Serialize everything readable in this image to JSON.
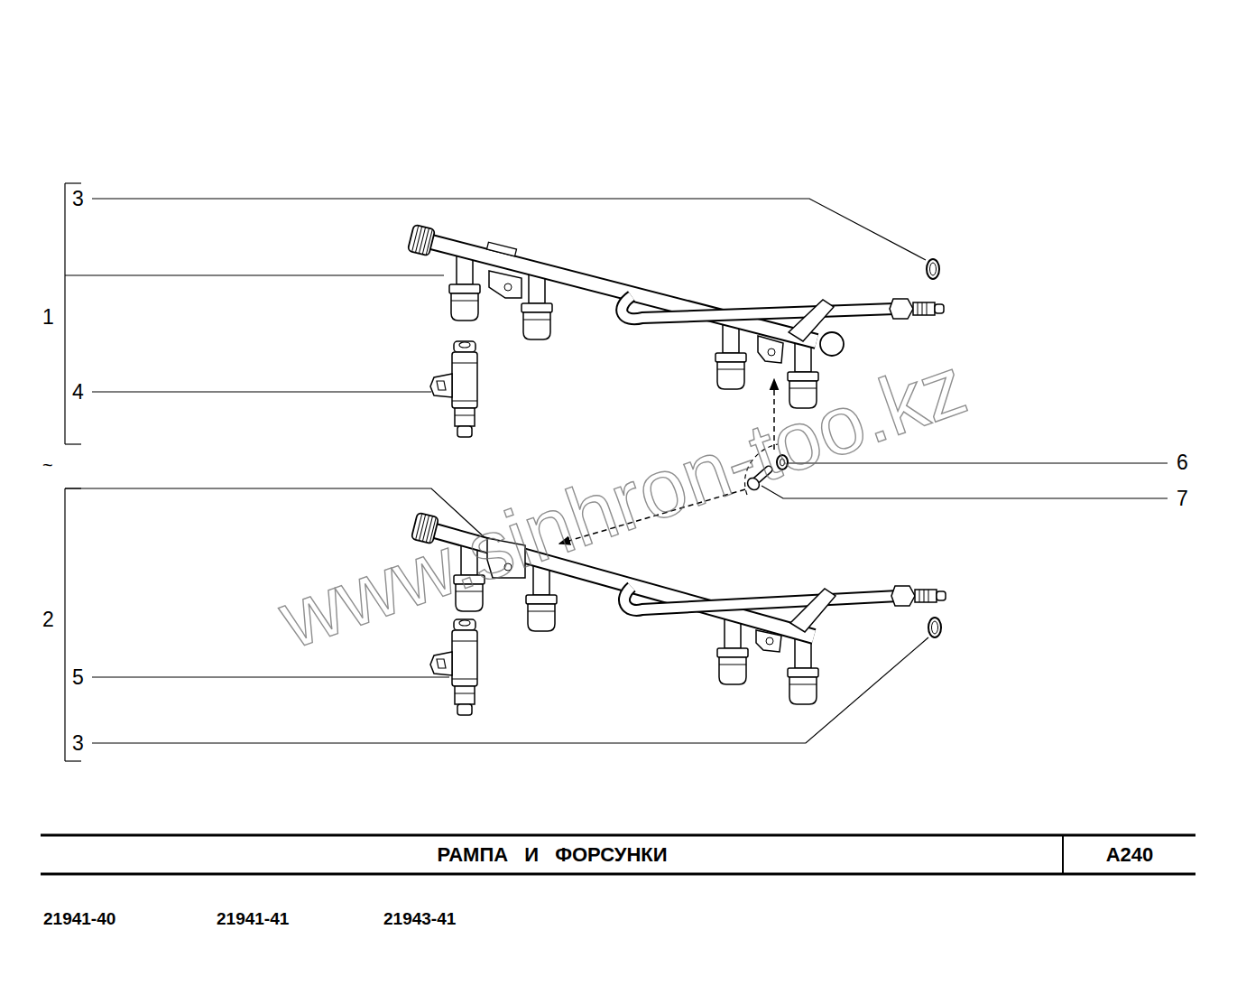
{
  "diagram": {
    "title": "РАМПА И ФОРСУНКИ",
    "labels": [
      "3",
      "1",
      "4",
      "~",
      "6",
      "7",
      "2",
      "5",
      "3",
      "A240",
      "21941-40",
      "21941-41",
      "21943-41",
      "www.sinhron-too.kz"
    ]
  }
}
